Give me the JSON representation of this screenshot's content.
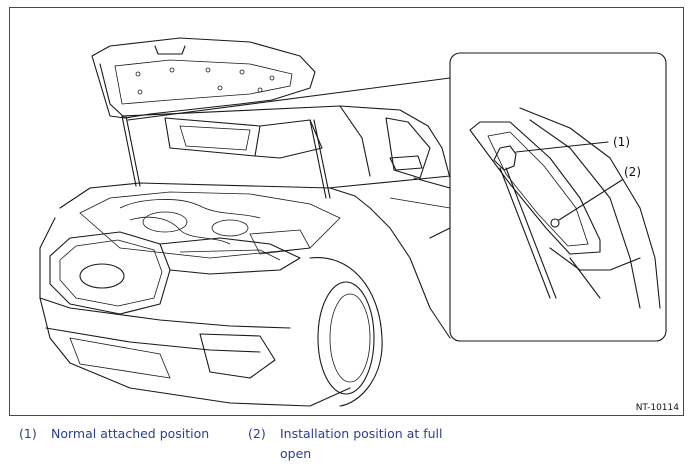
{
  "figure": {
    "code": "NT-10114",
    "callouts": [
      "(1)",
      "(2)"
    ]
  },
  "legend": [
    {
      "number": "(1)",
      "text": "Normal attached position"
    },
    {
      "number": "(2)",
      "text": "Installation position at full open"
    }
  ],
  "colors": {
    "legend_text": "#2b3f8c",
    "line_art": "#1a1a1a",
    "frame": "#4a4a4a"
  }
}
